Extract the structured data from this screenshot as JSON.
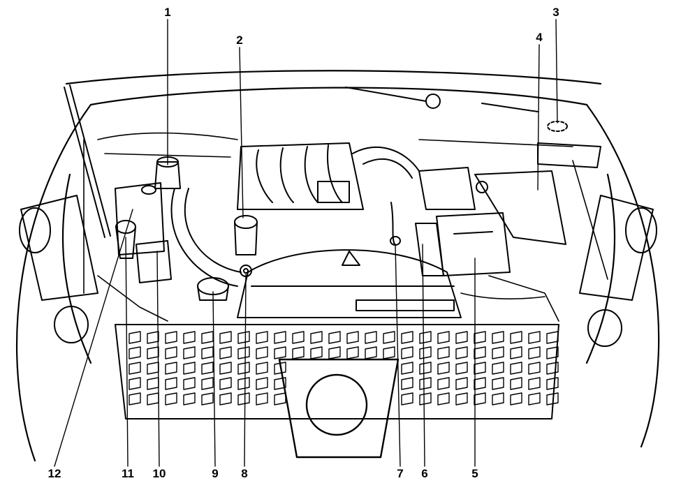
{
  "diagram": {
    "callouts": [
      {
        "id": "1",
        "text": "1"
      },
      {
        "id": "2",
        "text": "2"
      },
      {
        "id": "3",
        "text": "3"
      },
      {
        "id": "4",
        "text": "4"
      },
      {
        "id": "5",
        "text": "5"
      },
      {
        "id": "6",
        "text": "6"
      },
      {
        "id": "7",
        "text": "7"
      },
      {
        "id": "8",
        "text": "8"
      },
      {
        "id": "9",
        "text": "9"
      },
      {
        "id": "10",
        "text": "10"
      },
      {
        "id": "11",
        "text": "11"
      },
      {
        "id": "12",
        "text": "12"
      }
    ],
    "colors": {
      "ink": "#000000",
      "paper": "#ffffff"
    }
  }
}
